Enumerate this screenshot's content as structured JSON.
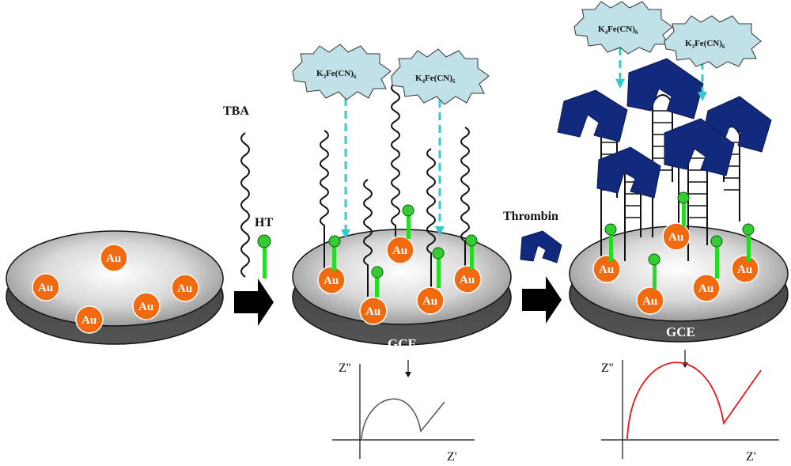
{
  "labels": {
    "tba": "TBA",
    "ht": "HT",
    "thrombin": "Thrombin",
    "electrode": "GCE",
    "gold": "Au"
  },
  "redox_probes": {
    "ferricyanide": {
      "k": "K",
      "k_sub": "3",
      "core": "Fe(CN)",
      "core_sub": "6"
    },
    "ferrocyanide": {
      "k": "K",
      "k_sub": "4",
      "core": "Fe(CN)",
      "core_sub": "6"
    }
  },
  "nyquist_plots": [
    {
      "y_axis": "Z''",
      "x_axis": "Z'",
      "curve_color": "#555555"
    },
    {
      "y_axis": "Z''",
      "x_axis": "Z'",
      "curve_color": "#e8141a"
    }
  ],
  "colors": {
    "gold": "#f26a10",
    "linker": "#22dd22",
    "linker_head": "#33cc33",
    "probe_arrow": "#36c8cf",
    "badge": "#bfe1e7",
    "thrombin": "#122a7e",
    "arrow": "#000000"
  }
}
